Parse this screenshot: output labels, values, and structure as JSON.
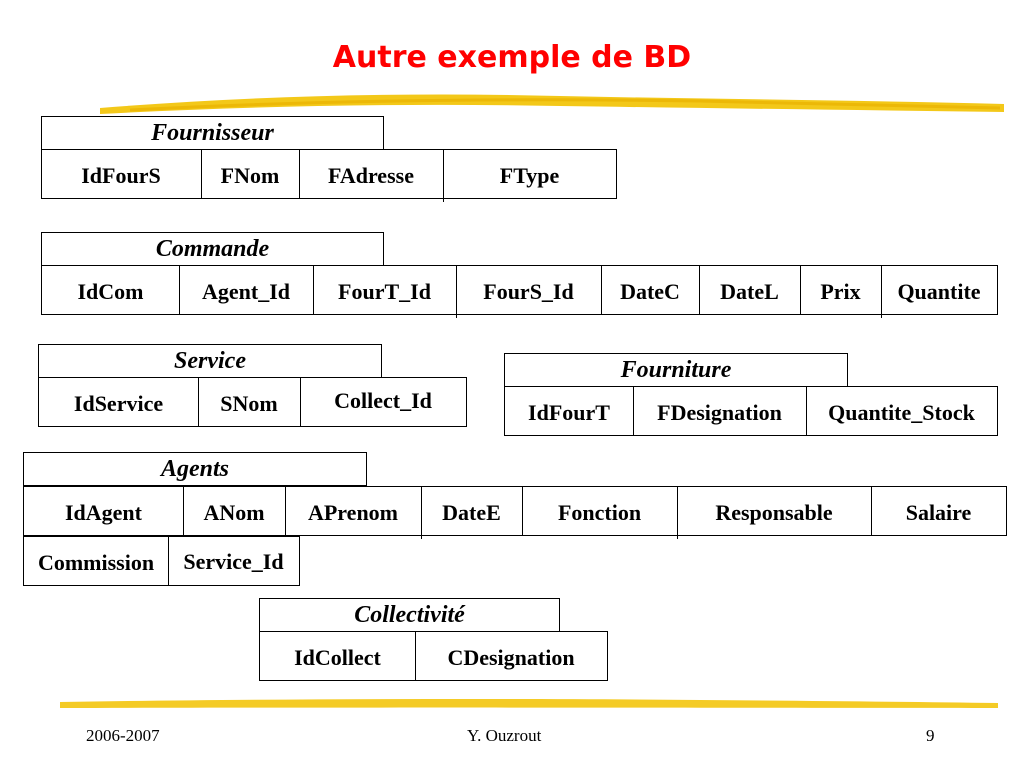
{
  "slide": {
    "title": "Autre exemple de BD",
    "colors": {
      "title": "#ff0000",
      "brush": "#f2c200"
    }
  },
  "tables": {
    "fournisseur": {
      "name": "Fournisseur",
      "fields": [
        "IdFourS",
        "FNom",
        "FAdresse",
        "FType"
      ]
    },
    "commande": {
      "name": "Commande",
      "fields": [
        "IdCom",
        "Agent_Id",
        "FourT_Id",
        "FourS_Id",
        "DateC",
        "DateL",
        "Prix",
        "Quantite"
      ]
    },
    "service": {
      "name": "Service",
      "fields": [
        "IdService",
        "SNom",
        "Collect_Id"
      ]
    },
    "fourniture": {
      "name": "Fourniture",
      "fields": [
        "IdFourT",
        "FDesignation",
        "Quantite_Stock"
      ]
    },
    "agents": {
      "name": "Agents",
      "fields": [
        "IdAgent",
        "ANom",
        "APrenom",
        "DateE",
        "Fonction",
        "Responsable",
        "Salaire",
        "Commission",
        "Service_Id"
      ]
    },
    "collectivite": {
      "name": "Collectivité",
      "fields": [
        "IdCollect",
        "CDesignation"
      ]
    }
  },
  "footer": {
    "left": "2006-2007",
    "center": "Y. Ouzrout",
    "right": "9"
  }
}
